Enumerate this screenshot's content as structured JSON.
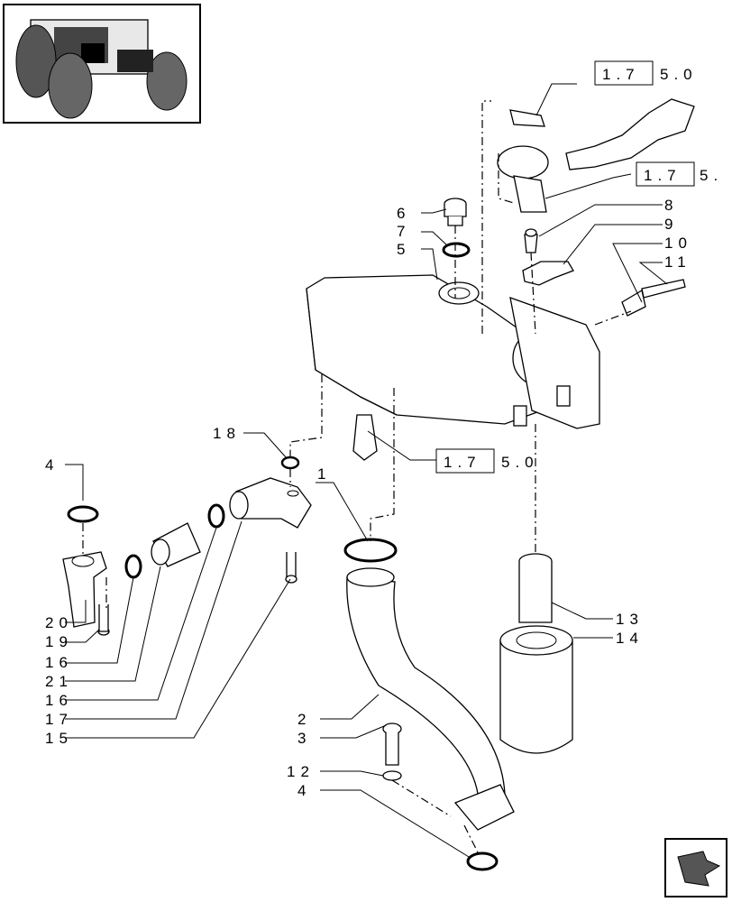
{
  "callouts": {
    "c1": "1",
    "c2": "2",
    "c3": "3",
    "c4a": "4",
    "c4b": "4",
    "c5": "5",
    "c6": "6",
    "c7": "7",
    "c8": "8",
    "c9": "9",
    "c10": "10",
    "c11": "11",
    "c12": "12",
    "c13": "13",
    "c14": "14",
    "c15": "15",
    "c16a": "16",
    "c16b": "16",
    "c17": "17",
    "c18": "18",
    "c19": "19",
    "c20": "20",
    "c21": "21"
  },
  "references": {
    "ref_top": {
      "boxed": "1.7",
      "rest": "5.0"
    },
    "ref_mid": {
      "boxed": "1.7",
      "rest": "5."
    },
    "ref_low": {
      "boxed": "1.7",
      "rest": "5.0"
    }
  },
  "icons": {
    "thumbnail": "tractor-thumbnail-icon",
    "nav": "next-page-arrow-icon"
  }
}
